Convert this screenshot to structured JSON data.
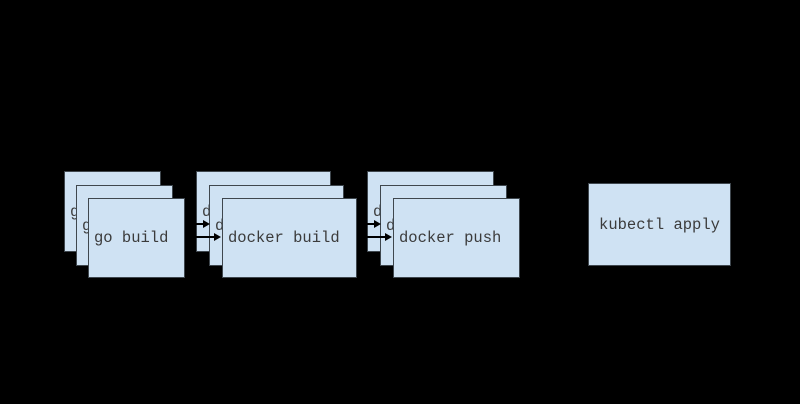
{
  "diagram": {
    "background_color": "#000000",
    "box_fill_color": "#cfe2f3",
    "box_border_color": "#3f474e",
    "text_color": "#3b3b3b",
    "arrow_color": "#000000",
    "stages": [
      {
        "label": "go build",
        "type": "stack",
        "copies": 3
      },
      {
        "label": "docker build",
        "type": "stack",
        "copies": 3
      },
      {
        "label": "docker push",
        "type": "stack",
        "copies": 3
      },
      {
        "label": "kubectl apply",
        "type": "single",
        "copies": 1
      }
    ],
    "arrows": [
      {
        "from": "go build",
        "to": "docker build",
        "count": 2
      },
      {
        "from": "docker build",
        "to": "docker push",
        "count": 2
      }
    ]
  }
}
